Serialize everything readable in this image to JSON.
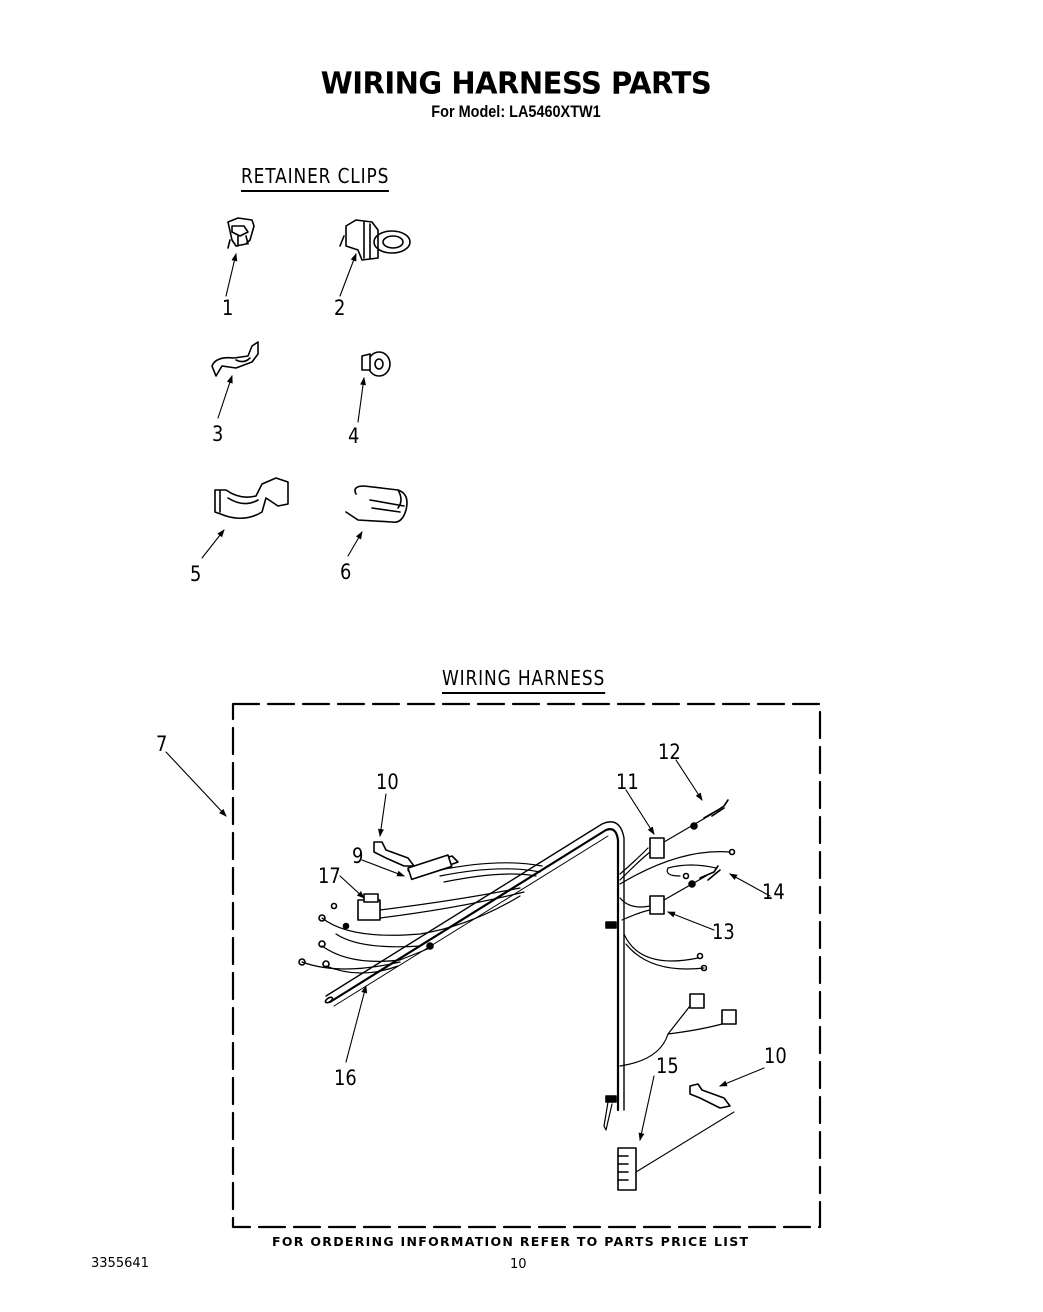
{
  "header": {
    "title": "WIRING HARNESS PARTS",
    "subtitle": "For Model: LA5460XTW1"
  },
  "sections": {
    "retainer_clips": {
      "heading": "RETAINER CLIPS",
      "callouts": [
        {
          "number": "1",
          "part": "retainer-clip"
        },
        {
          "number": "2",
          "part": "retainer-clip-with-ring"
        },
        {
          "number": "3",
          "part": "retainer-clip-hook"
        },
        {
          "number": "4",
          "part": "retainer-ring"
        },
        {
          "number": "5",
          "part": "retainer-clip-strap"
        },
        {
          "number": "6",
          "part": "retainer-sleeve"
        }
      ]
    },
    "wiring_harness": {
      "heading": "WIRING HARNESS",
      "callouts": [
        {
          "number": "7",
          "part": "wiring-harness-assembly"
        },
        {
          "number": "10",
          "part": "terminal-top"
        },
        {
          "number": "9",
          "part": "connector-block"
        },
        {
          "number": "17",
          "part": "connector-17"
        },
        {
          "number": "11",
          "part": "connector-11"
        },
        {
          "number": "12",
          "part": "terminal-12"
        },
        {
          "number": "14",
          "part": "terminal-14"
        },
        {
          "number": "13",
          "part": "connector-13"
        },
        {
          "number": "16",
          "part": "sleeve-16"
        },
        {
          "number": "15",
          "part": "connector-15"
        },
        {
          "number": "10",
          "part": "terminal-bottom"
        }
      ]
    }
  },
  "footer": {
    "ordering_note": "FOR ORDERING INFORMATION REFER TO PARTS PRICE LIST",
    "document_number": "3355641",
    "page_number": "10"
  }
}
